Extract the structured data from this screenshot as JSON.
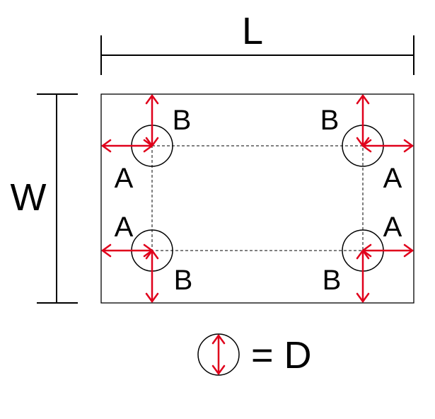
{
  "labels": {
    "length": "L",
    "width": "W",
    "edge_distance_side": "A",
    "edge_distance_end": "B",
    "legend_equals": "= D"
  },
  "colors": {
    "line": "#000000",
    "arrow": "#e0001b",
    "background": "#ffffff"
  },
  "holes": [
    {
      "position": "top-left"
    },
    {
      "position": "top-right"
    },
    {
      "position": "bottom-left"
    },
    {
      "position": "bottom-right"
    }
  ],
  "legend": {
    "icon": "hole-diameter-icon",
    "meaning": "D"
  }
}
